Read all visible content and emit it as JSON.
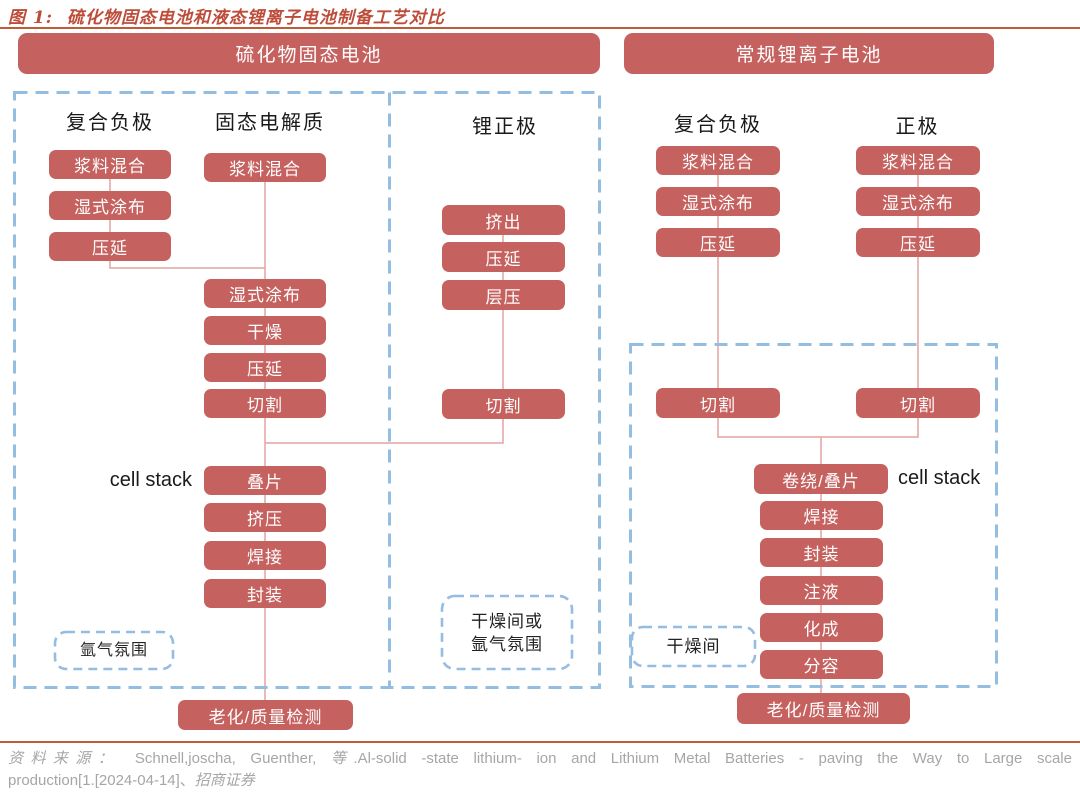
{
  "title": "图 1:  硫化物固态电池和液态锂离子电池制备工艺对比",
  "colors": {
    "red": "#c5625f",
    "blue": "#94bde2",
    "pink": "#e2a49f",
    "accent": "#bd4c39",
    "rule": "#bc5c38",
    "gray": "#a6a6a6",
    "ink": "#1a1a1a"
  },
  "left": {
    "header": "硫化物固态电池",
    "columns": [
      {
        "label": "复合负极",
        "steps": [
          "浆料混合",
          "湿式涂布",
          "压延"
        ]
      },
      {
        "label": "固态电解质",
        "steps": [
          "浆料混合",
          "湿式涂布",
          "干燥",
          "压延",
          "切割",
          "叠片",
          "挤压",
          "焊接",
          "封装"
        ]
      },
      {
        "label": "锂正极",
        "steps": [
          "挤出",
          "压延",
          "层压",
          "切割"
        ]
      }
    ],
    "cell_stack_label": "cell stack",
    "env_argon": "氩气氛围",
    "env_dry_line1": "干燥间或",
    "env_dry_line2": "氩气氛围",
    "final": "老化/质量检测"
  },
  "right": {
    "header": "常规锂离子电池",
    "columns": [
      {
        "label": "复合负极",
        "steps": [
          "浆料混合",
          "湿式涂布",
          "压延",
          "切割"
        ]
      },
      {
        "label": "正极",
        "steps": [
          "浆料混合",
          "湿式涂布",
          "压延",
          "切割"
        ]
      }
    ],
    "merged_steps": [
      "卷绕/叠片",
      "焊接",
      "封装",
      "注液",
      "化成",
      "分容"
    ],
    "cell_stack_label": "cell stack",
    "env_dry": "干燥间",
    "final": "老化/质量检测"
  },
  "source": {
    "label": "资料来源：",
    "line1_a": "Schnell,joscha, Guenther,",
    "line1_b": "等",
    "line1_c": ".Al-solid -state lithium- ion and Lithium Metal Batteries - paving the Way to Large scale",
    "line2_a": "production[1.[2024-04-14]、",
    "line2_b": "招商证券"
  }
}
